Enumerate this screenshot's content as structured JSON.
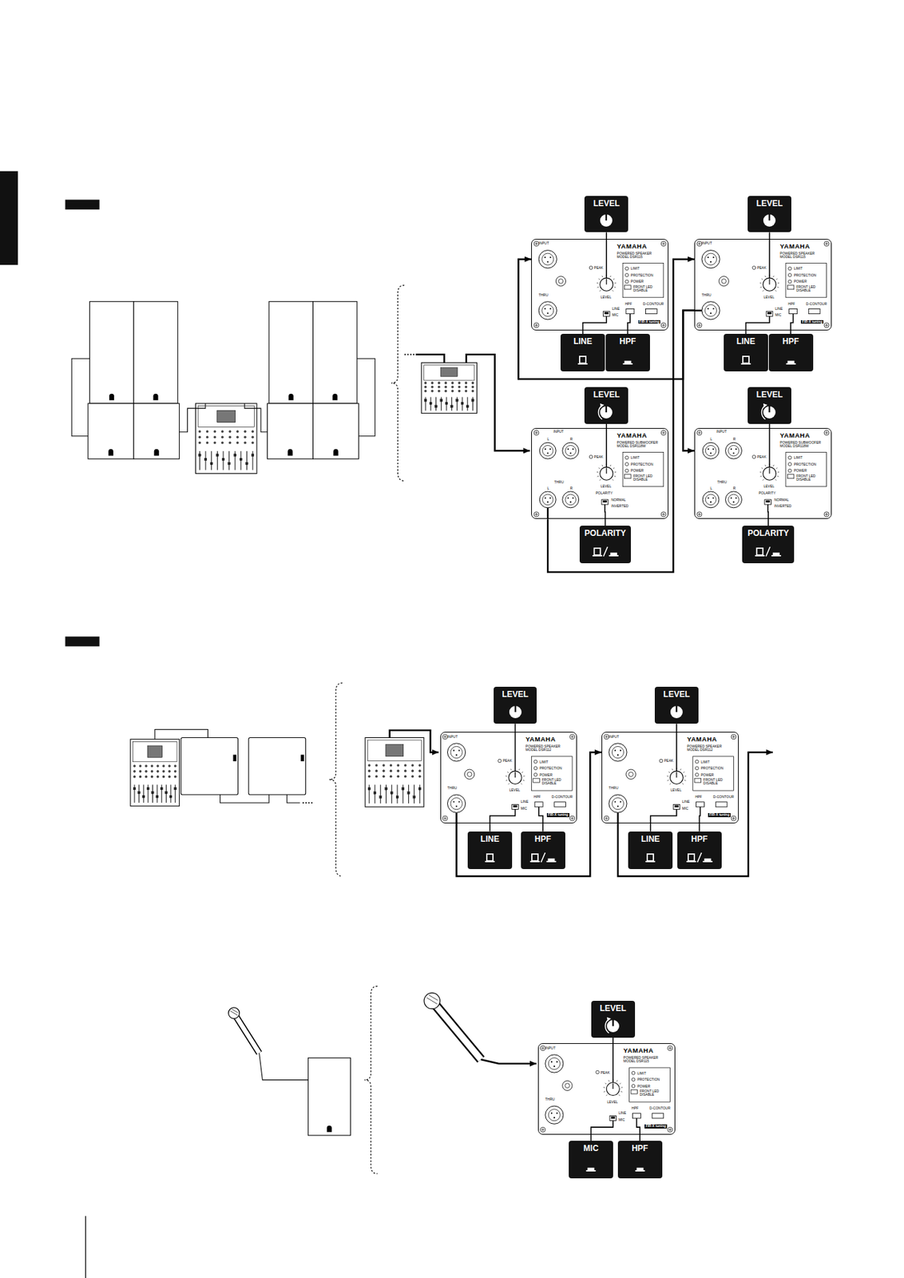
{
  "diagram": {
    "nodes": [
      {
        "text": [
          "LEVEL"
        ]
      },
      {
        "text": [
          "LEVEL"
        ]
      },
      {
        "text": [
          "YAMAHA",
          "POWERED SPEAKER MODEL DSR115",
          "INPUT",
          "THRU",
          "PEAK",
          "LEVEL",
          "LINE",
          "MIC",
          "LIMIT",
          "PROTECTION",
          "POWER",
          "FRONT LED DISABLE",
          "HPF",
          "D-CONTOUR",
          "FIR-X tuning"
        ]
      },
      {
        "text": [
          "YAMAHA",
          "POWERED SPEAKER MODEL DSR115",
          "INPUT",
          "THRU",
          "PEAK",
          "LEVEL",
          "LINE",
          "MIC",
          "LIMIT",
          "PROTECTION",
          "POWER",
          "FRONT LED DISABLE",
          "HPF",
          "D-CONTOUR",
          "FIR-X tuning"
        ]
      },
      {
        "text": [
          "LINE"
        ]
      },
      {
        "text": [
          "HPF"
        ]
      },
      {
        "text": [
          "LINE"
        ]
      },
      {
        "text": [
          "HPF"
        ]
      },
      {
        "text": [
          "LEVEL"
        ]
      },
      {
        "text": [
          "LEVEL"
        ]
      },
      {
        "text": [
          "YAMAHA",
          "POWERED SUBWOOFER MODEL DSR118W",
          "INPUT",
          "L",
          "R",
          "THRU",
          "L",
          "R",
          "PEAK",
          "LEVEL",
          "LIMIT",
          "PROTECTION",
          "POWER",
          "FRONT LED DISABLE",
          "POLARITY",
          "NORMAL",
          "INVERTED"
        ]
      },
      {
        "text": [
          "YAMAHA",
          "POWERED SUBWOOFER MODEL DSR118W",
          "INPUT",
          "L",
          "R",
          "THRU",
          "L",
          "R",
          "PEAK",
          "LEVEL",
          "LIMIT",
          "PROTECTION",
          "POWER",
          "FRONT LED DISABLE",
          "POLARITY",
          "NORMAL",
          "INVERTED"
        ]
      },
      {
        "text": [
          "POLARITY"
        ]
      },
      {
        "text": [
          "POLARITY"
        ]
      },
      {
        "text": [
          "LEVEL"
        ]
      },
      {
        "text": [
          "LEVEL"
        ]
      },
      {
        "text": [
          "YAMAHA",
          "POWERED SPEAKER MODEL DSR112",
          "INPUT",
          "THRU",
          "PEAK",
          "LEVEL",
          "LINE",
          "MIC",
          "LIMIT",
          "PROTECTION",
          "POWER",
          "FRONT LED DISABLE",
          "HPF",
          "D-CONTOUR",
          "FIR-X tuning"
        ]
      },
      {
        "text": [
          "YAMAHA",
          "POWERED SPEAKER MODEL DSR112",
          "INPUT",
          "THRU",
          "PEAK",
          "LEVEL",
          "LINE",
          "MIC",
          "LIMIT",
          "PROTECTION",
          "POWER",
          "FRONT LED DISABLE",
          "HPF",
          "D-CONTOUR",
          "FIR-X tuning"
        ]
      },
      {
        "text": [
          "LINE"
        ]
      },
      {
        "text": [
          "HPF"
        ]
      },
      {
        "text": [
          "LINE"
        ]
      },
      {
        "text": [
          "HPF"
        ]
      },
      {
        "text": [
          "LEVEL"
        ]
      },
      {
        "text": [
          "YAMAHA",
          "POWERED SPEAKER MODEL DSR115",
          "INPUT",
          "THRU",
          "PEAK",
          "LEVEL",
          "LINE",
          "MIC",
          "LIMIT",
          "PROTECTION",
          "POWER",
          "FRONT LED DISABLE",
          "HPF",
          "D-CONTOUR",
          "FIR-X tuning"
        ]
      },
      {
        "text": [
          "MIC"
        ]
      },
      {
        "text": [
          "HPF"
        ]
      }
    ],
    "edges": [
      {
        "from": 10,
        "to": 3,
        "arrow": "to"
      },
      {
        "from": 3,
        "to": 2,
        "arrow": "to"
      },
      {
        "from": 3,
        "to": 11,
        "arrow": "to"
      },
      {
        "from": 16,
        "to": 17,
        "arrow": "to"
      }
    ]
  }
}
